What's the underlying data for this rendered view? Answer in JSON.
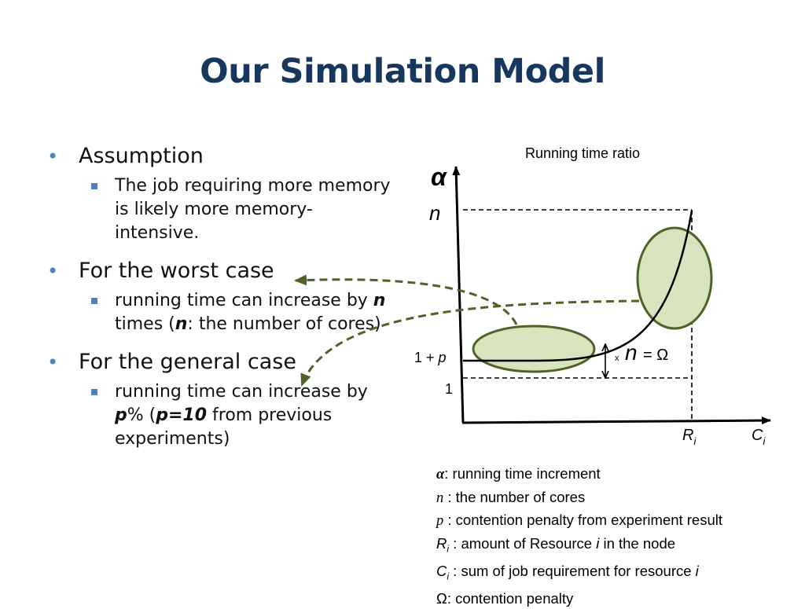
{
  "slide": {
    "title": "Our Simulation Model",
    "accent_color": "#17375e",
    "bullet_color": "#4f81bd",
    "shape_fill": "#d7e4bd",
    "shape_stroke": "#4f6228"
  },
  "bullets": {
    "assumption": {
      "heading": "Assumption",
      "sub": "The job requiring more memory is likely more memory-intensive."
    },
    "worst_case": {
      "heading": "For the worst case",
      "sub_pre": " running time can increase by ",
      "n": "n",
      "sub_mid": " times (",
      "n2": "n",
      "sub_post": ": the number of cores)"
    },
    "general_case": {
      "heading": "For the general case",
      "sub_pre": " running time can increase by ",
      "p": "p",
      "sub_mid": "% (",
      "p10": "p=10",
      "sub_post": " from previous experiments)"
    }
  },
  "diagram": {
    "caption": "Running time ratio",
    "y_axis_symbol": "α",
    "label_n": "n",
    "label_1p_pre": "1 + ",
    "label_1p_p": "p",
    "label_1": "1",
    "label_R": "R",
    "label_R_sub": "i",
    "label_C": "C",
    "label_C_sub": "i",
    "omega_x": "x",
    "omega_n": "n",
    "omega_eq": " = Ω"
  },
  "legend": {
    "alpha_sym": "α",
    "alpha_text": ": running time increment",
    "n_sym": "n",
    "n_text": " : the number of cores",
    "p_sym": "p",
    "p_text": " : contention penalty from experiment result",
    "R_sym": "R",
    "R_sub": "i",
    "R_text_pre": " : amount of Resource ",
    "R_text_i": "i",
    "R_text_post": " in the node",
    "C_sym": "C",
    "C_sub": "i",
    "C_text_pre": " : sum of job requirement for resource ",
    "C_text_i": "i",
    "omega_text": "Ω: contention penalty"
  }
}
